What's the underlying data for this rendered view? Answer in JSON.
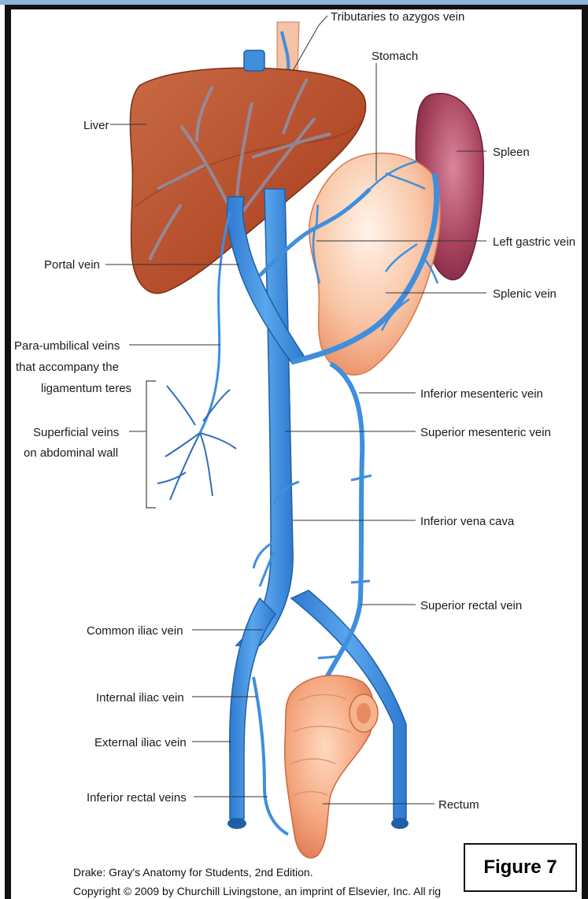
{
  "labels": {
    "tributaries": "Tributaries to azygos vein",
    "stomach": "Stomach",
    "liver": "Liver",
    "spleen": "Spleen",
    "left_gastric": "Left gastric vein",
    "portal": "Portal vein",
    "splenic": "Splenic vein",
    "para_umbilical_1": "Para-umbilical veins",
    "para_umbilical_2": "that accompany the",
    "para_umbilical_3": "ligamentum teres",
    "inferior_mesenteric": "Inferior mesenteric vein",
    "superficial_1": "Superficial veins",
    "superficial_2": "on abdominal wall",
    "superior_mesenteric": "Superior mesenteric vein",
    "ivc": "Inferior vena cava",
    "superior_rectal": "Superior rectal vein",
    "common_iliac": "Common iliac vein",
    "internal_iliac": "Internal iliac vein",
    "external_iliac": "External iliac vein",
    "inferior_rectal": "Inferior rectal veins",
    "rectum": "Rectum"
  },
  "credits": {
    "line1": "Drake: Gray's Anatomy for Students, 2nd Edition.",
    "line2": "Copyright © 2009 by Churchill Livingstone, an imprint of Elsevier, Inc. All rig"
  },
  "figure_label": "Figure 7",
  "colors": {
    "vein": "#3f8fdc",
    "vein_dark": "#1f5fa6",
    "liver": "#b8502c",
    "stomach": "#f6b99a",
    "spleen": "#9a3a52",
    "rectum": "#f0a078"
  }
}
